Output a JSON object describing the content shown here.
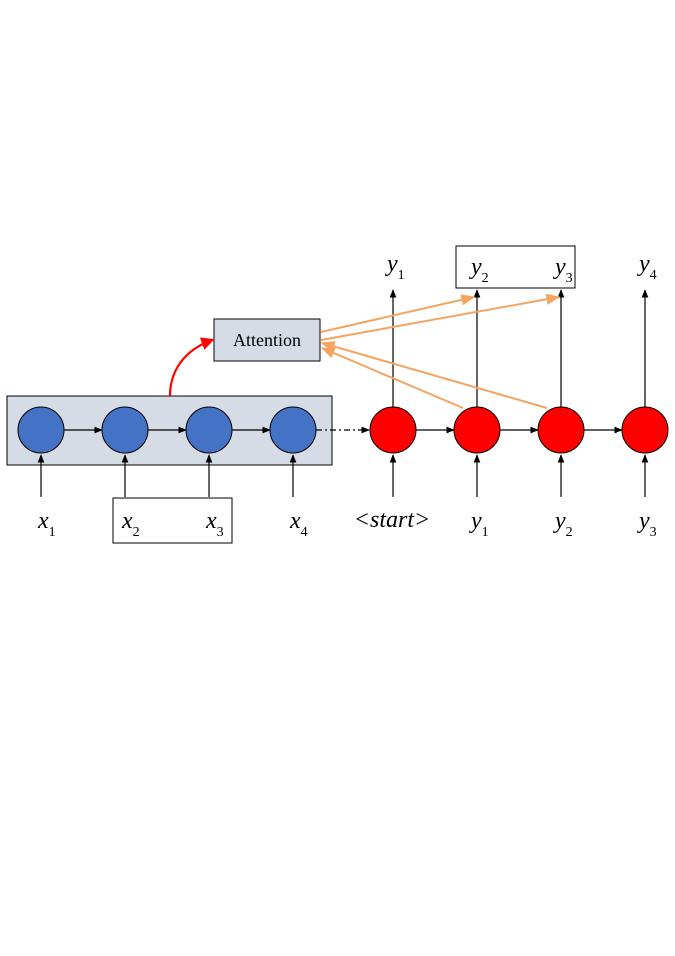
{
  "attention": {
    "label": "Attention"
  },
  "colors": {
    "encoder_node": "#4472C4",
    "decoder_node": "#FF0000",
    "encoder_box": "#D6DCE5",
    "attention_box": "#D6DCE5",
    "attention_arrow": "#F4A460",
    "context_arrow": "#FF0000"
  },
  "encoder": {
    "inputs": [
      {
        "base": "x",
        "sub": "1"
      },
      {
        "base": "x",
        "sub": "2"
      },
      {
        "base": "x",
        "sub": "3"
      },
      {
        "base": "x",
        "sub": "4"
      }
    ]
  },
  "decoder": {
    "start_token": "<start>",
    "inputs": [
      {
        "base": "y",
        "sub": "1"
      },
      {
        "base": "y",
        "sub": "2"
      },
      {
        "base": "y",
        "sub": "3"
      }
    ],
    "outputs": [
      {
        "base": "y",
        "sub": "1"
      },
      {
        "base": "y",
        "sub": "2"
      },
      {
        "base": "y",
        "sub": "3"
      },
      {
        "base": "y",
        "sub": "4"
      }
    ]
  }
}
